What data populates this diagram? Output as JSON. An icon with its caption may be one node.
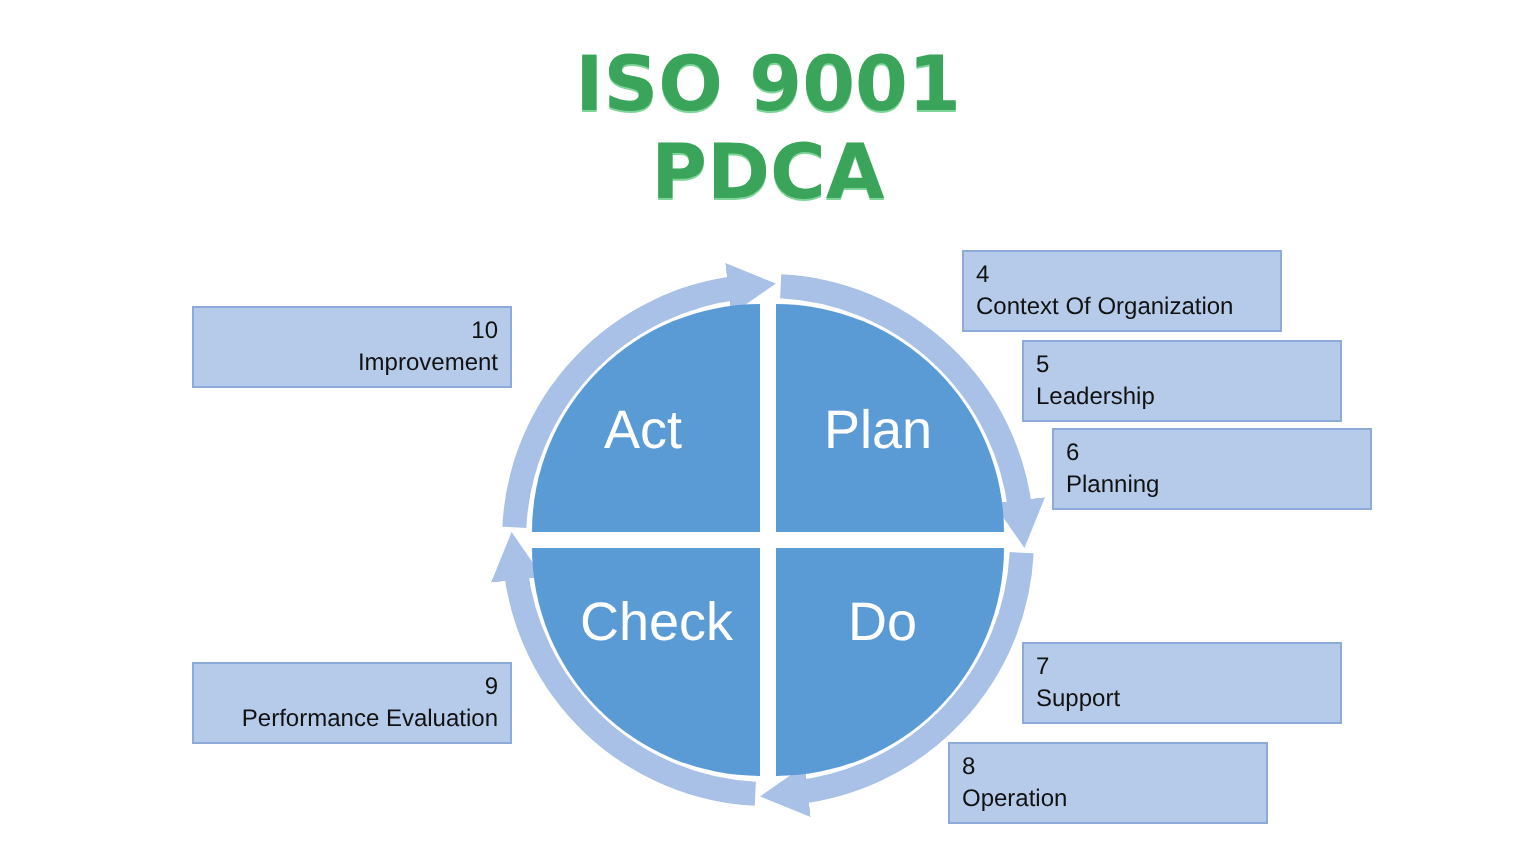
{
  "diagram": {
    "title": "ISO 9001 PDCA",
    "nodes": [
      {
        "text": [
          "Act"
        ]
      },
      {
        "text": [
          "Plan"
        ]
      },
      {
        "text": [
          "Check"
        ]
      },
      {
        "text": [
          "Do"
        ]
      },
      {
        "text": [
          "4",
          "Context Of Organization"
        ]
      },
      {
        "text": [
          "5",
          "Leadership"
        ]
      },
      {
        "text": [
          "6",
          "Planning"
        ]
      },
      {
        "text": [
          "10",
          "Improvement"
        ]
      },
      {
        "text": [
          "7",
          "Support"
        ]
      },
      {
        "text": [
          "9",
          "Performance Evaluation"
        ]
      },
      {
        "text": [
          "8",
          "Operation"
        ]
      }
    ],
    "edges": [
      {
        "from": 0,
        "to": 1,
        "arrow": "to"
      },
      {
        "from": 1,
        "to": 3,
        "arrow": "to"
      },
      {
        "from": 3,
        "to": 2,
        "arrow": "to"
      },
      {
        "from": 2,
        "to": 0,
        "arrow": "to"
      }
    ]
  }
}
